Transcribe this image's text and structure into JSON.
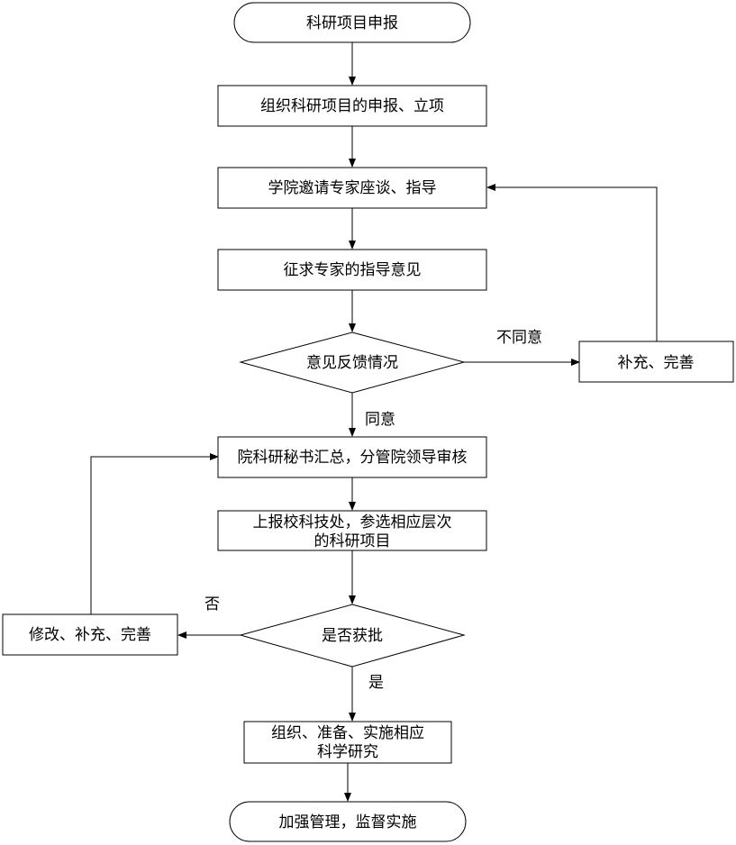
{
  "nodes": {
    "start": "科研项目申报",
    "organize": "组织科研项目的申报、立项",
    "invite": "学院邀请专家座谈、指导",
    "solicit": "征求专家的指导意见",
    "feedback": "意见反馈情况",
    "supplement": "补充、完善",
    "summary": "院科研秘书汇总，分管院领导审核",
    "report_line1": "上报校科技处，参选相应层次",
    "report_line2": "的科研项目",
    "approved": "是否获批",
    "revise": "修改、补充、完善",
    "implement_line1": "组织、准备、实施相应",
    "implement_line2": "科学研究",
    "end": "加强管理，监督实施"
  },
  "edge_labels": {
    "disagree": "不同意",
    "agree": "同意",
    "no": "否",
    "yes": "是"
  }
}
